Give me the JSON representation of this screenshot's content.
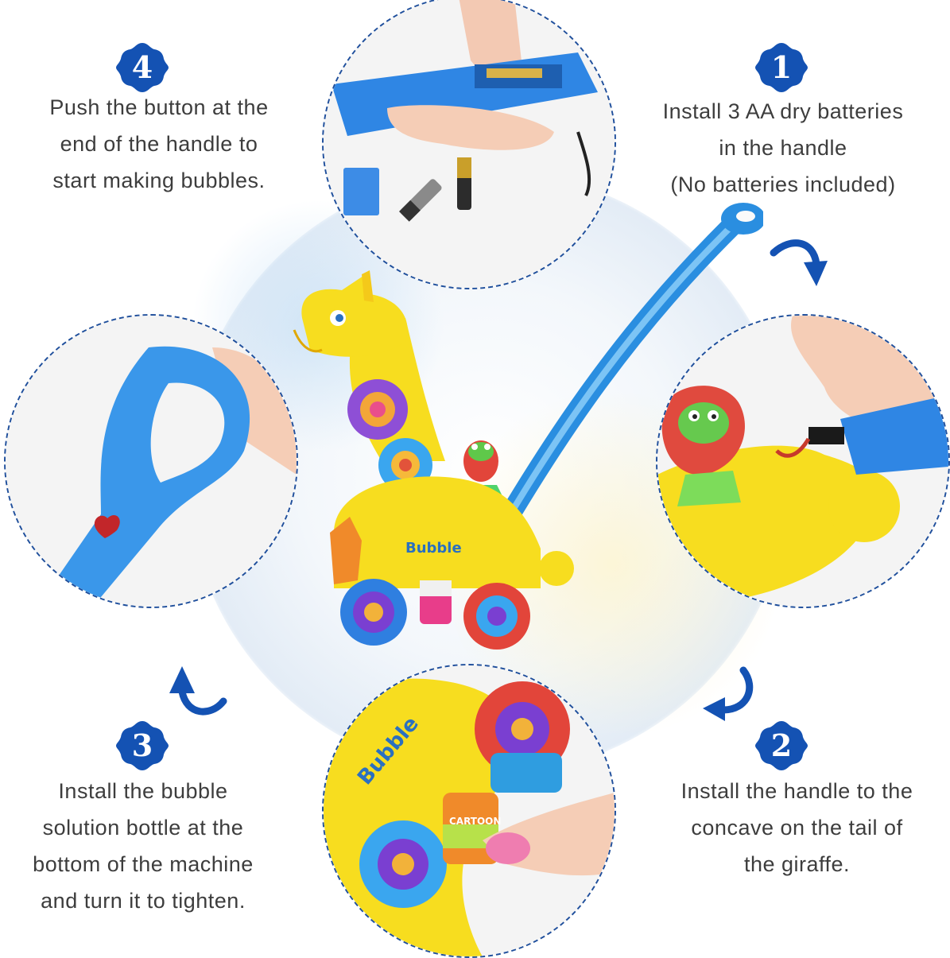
{
  "accent_color": "#1452b3",
  "dash_color": "#1f4f9c",
  "text_color": "#3d3d3d",
  "steps": [
    {
      "number": "1",
      "lines": [
        "Install 3 AA dry batteries",
        "in the handle",
        "(No batteries included)"
      ]
    },
    {
      "number": "2",
      "lines": [
        "Install the handle to the",
        "concave on the tail of",
        "the giraffe."
      ]
    },
    {
      "number": "3",
      "lines": [
        "Install the bubble",
        "solution bottle at the",
        "bottom of the machine",
        "and turn it to tighten."
      ]
    },
    {
      "number": "4",
      "lines": [
        "Push the button at the",
        "end of the handle to",
        "start making bubbles."
      ]
    }
  ],
  "product_labels": {
    "brand_word": "Bubble",
    "bottle_word": "CARTOON"
  },
  "icons": [
    "badge-scalloped-icon",
    "curved-arrow-icon"
  ]
}
